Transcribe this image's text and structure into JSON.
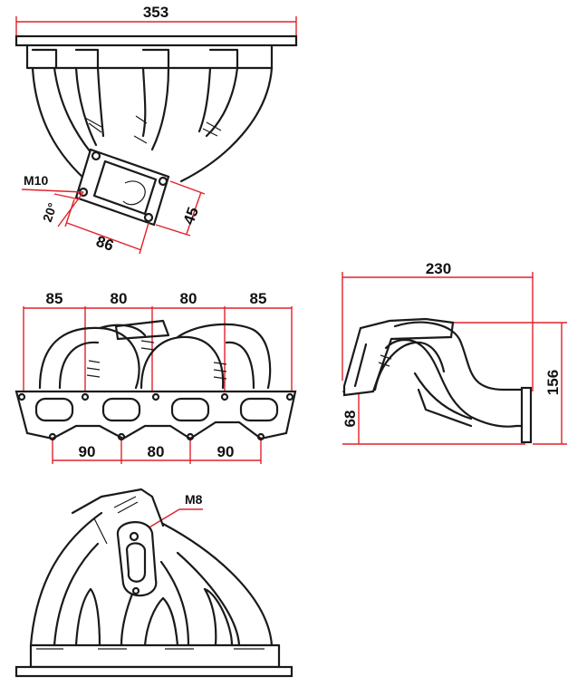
{
  "top_view": {
    "width": "353",
    "bolt_size": "M10",
    "angle": "20°",
    "flange_width": "86",
    "flange_height": "45"
  },
  "front_view": {
    "top_dims": [
      "85",
      "80",
      "80",
      "85"
    ],
    "bottom_dims": [
      "90",
      "80",
      "90"
    ]
  },
  "side_view": {
    "length": "230",
    "height": "156",
    "offset": "68"
  },
  "bottom_view": {
    "bolt_size": "M8"
  }
}
